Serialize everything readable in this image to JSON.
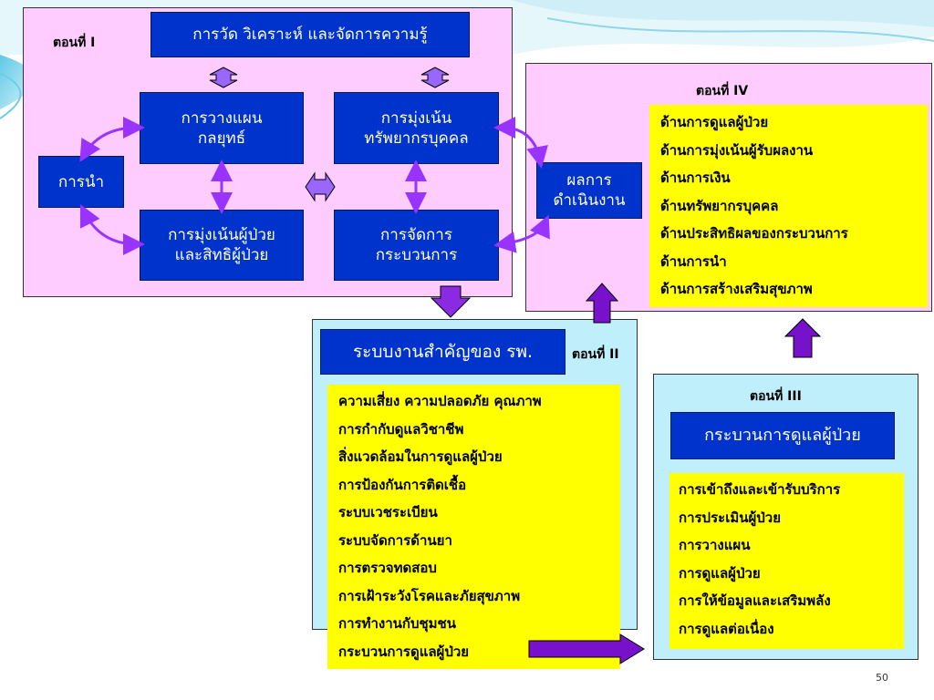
{
  "part1": {
    "label": "ตอนที่ I",
    "title": "การวัด วิเคราะห์ และจัดการความรู้",
    "strategy": "การวางแผน\nกลยุทธ์",
    "hr_focus": "การมุ่งเน้น\nทรัพยากรบุคคล",
    "leadership": "การนำ",
    "patient_focus": "การมุ่งเน้นผู้ป่วย\nและสิทธิผู้ป่วย",
    "process_mgmt": "การจัดการ\nกระบวนการ"
  },
  "part4": {
    "label": "ตอนที่ IV",
    "results": "ผลการ\nดำเนินงาน",
    "items": [
      "ด้านการดูแลผู้ป่วย",
      "ด้านการมุ่งเน้นผู้รับผลงาน",
      "ด้านการเงิน",
      "ด้านทรัพยากรบุคคล",
      "ด้านประสิทธิผลของกระบวนการ",
      "ด้านการนำ",
      "ด้านการสร้างเสริมสุขภาพ"
    ]
  },
  "part2": {
    "label": "ตอนที่ II",
    "title": "ระบบงานสำคัญของ รพ.",
    "items": [
      "ความเสี่ยง ความปลอดภัย คุณภาพ",
      "การกำกับดูแลวิชาชีพ",
      "สิ่งแวดล้อมในการดูแลผู้ป่วย",
      "การป้องกันการติดเชื้อ",
      "ระบบเวชระเบียน",
      "ระบบจัดการด้านยา",
      "การตรวจทดสอบ",
      "การเฝ้าระวังโรคและภัยสุขภาพ",
      "การทำงานกับชุมชน",
      "กระบวนการดูแลผู้ป่วย"
    ]
  },
  "part3": {
    "label": "ตอนที่ III",
    "title": "กระบวนการดูแลผู้ป่วย",
    "items": [
      "การเข้าถึงและเข้ารับบริการ",
      "การประเมินผู้ป่วย",
      "การวางแผน",
      "การดูแลผู้ป่วย",
      "การให้ข้อมูลและเสริมพลัง",
      "การดูแลต่อเนื่อง"
    ]
  },
  "page_number": "50",
  "colors": {
    "panel_pink": "#ffccff",
    "panel_cyan": "#bfeffa",
    "box_blue": "#0033cc",
    "list_yellow": "#ffff00",
    "arrow_purple": "#9933ff",
    "block_arrow": "#7711cc"
  }
}
